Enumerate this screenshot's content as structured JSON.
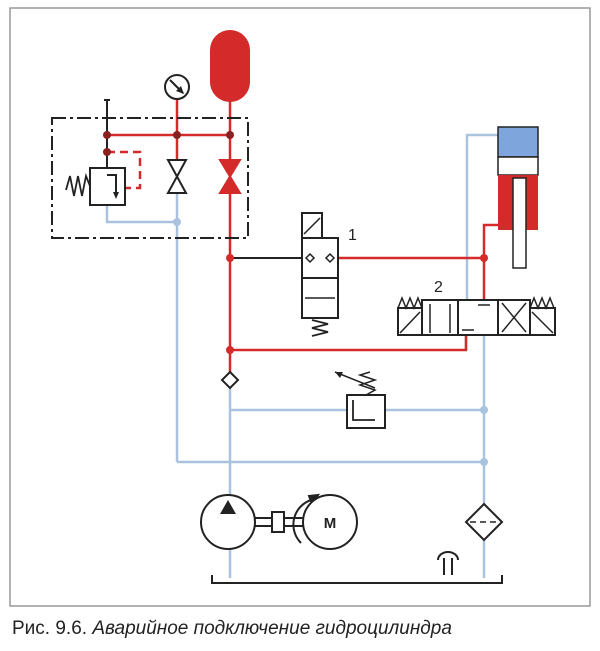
{
  "labels": {
    "valve1": "1",
    "valve2": "2",
    "motor": "M"
  },
  "caption": {
    "prefix": "Рис. 9.6.",
    "text": "Аварийное подключение гидроцилиндра"
  },
  "colors": {
    "pressure": "#d42a2a",
    "return": "#a9c3de",
    "line": "#222222",
    "cylinder_top": "#7ea6dc"
  }
}
